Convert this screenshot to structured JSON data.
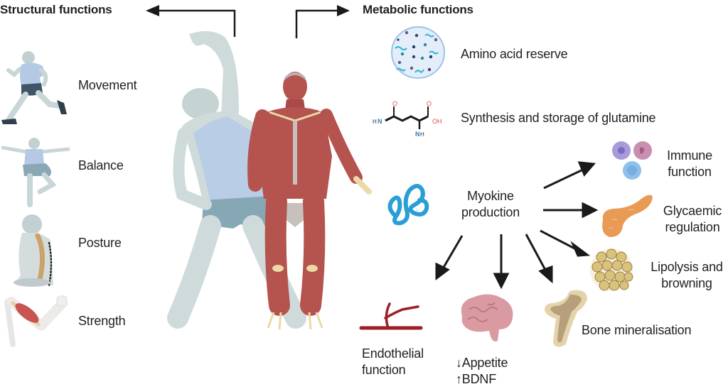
{
  "headings": {
    "structural": "Structural functions",
    "metabolic": "Metabolic functions"
  },
  "structural_items": [
    {
      "label": "Movement",
      "icon": "running-person-icon"
    },
    {
      "label": "Balance",
      "icon": "balancing-person-icon"
    },
    {
      "label": "Posture",
      "icon": "spine-posture-icon"
    },
    {
      "label": "Strength",
      "icon": "flexed-arm-muscle-icon"
    }
  ],
  "metabolic_items": [
    {
      "label": "Amino acid reserve",
      "icon": "amino-acid-pool-icon"
    },
    {
      "label": "Synthesis and storage of glutamine",
      "icon": "glutamine-molecule-icon"
    }
  ],
  "molecule_labels": {
    "left": "H2N",
    "right": "OH",
    "bottom": "NH2"
  },
  "myokine": {
    "label_line1": "Myokine",
    "label_line2": "production",
    "icon": "protein-coil-icon",
    "targets": [
      {
        "line1": "Immune",
        "line2": "function",
        "icon": "immune-cells-icon"
      },
      {
        "line1": "Glycaemic",
        "line2": "regulation",
        "icon": "pancreas-icon"
      },
      {
        "line1": "Lipolysis and",
        "line2": "browning",
        "icon": "adipose-tissue-icon"
      },
      {
        "line1": "Bone mineralisation",
        "line2": "",
        "icon": "femur-bone-icon"
      },
      {
        "line1": "↓Appetite",
        "line2": "↑BDNF",
        "icon": "brain-icon"
      },
      {
        "line1": "Endothelial",
        "line2": "function",
        "icon": "blood-vessel-icon"
      }
    ]
  },
  "central_figure": {
    "left": "person-side-stretch-icon",
    "right": "muscular-system-icon"
  },
  "colors": {
    "text": "#231f20",
    "arrow": "#1a1a1a",
    "skin_silhouette": "#cfdbdb",
    "shirt": "#b9cde6",
    "shorts": "#86a8b5",
    "muscle": "#b5534f",
    "tendon": "#ecd9a8",
    "pool_fill": "#e3eef9",
    "pool_stroke": "#9ec3e6",
    "myokine_blue": "#2a9fd6",
    "pancreas": "#e99a55",
    "fat": "#d9c27a",
    "bone": "#d8c39a",
    "brain": "#d99aa2",
    "vessel": "#9c1f26"
  }
}
